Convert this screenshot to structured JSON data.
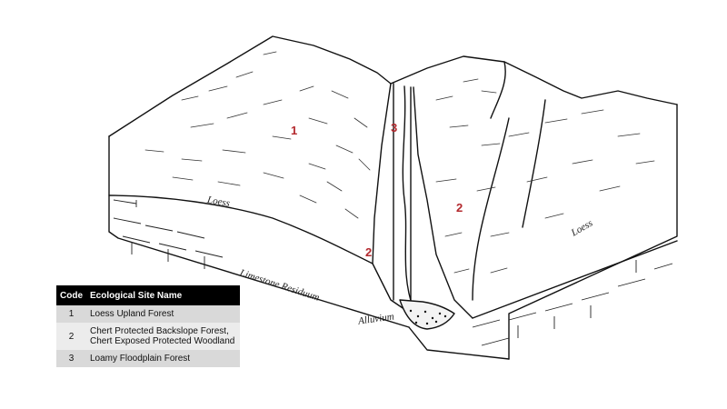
{
  "diagram": {
    "zone_labels": [
      "1",
      "2",
      "2",
      "3"
    ],
    "strata": {
      "loess_left": "Loess",
      "loess_right": "Loess",
      "residuum": "Limestone Residuum",
      "alluvium": "Alluvium"
    }
  },
  "table": {
    "headers": [
      "Code",
      "Ecological Site Name"
    ],
    "rows": [
      {
        "code": "1",
        "name": "Loess Upland Forest"
      },
      {
        "code": "2",
        "name": "Chert Protected Backslope Forest, Chert Exposed Protected Woodland"
      },
      {
        "code": "3",
        "name": "Loamy Floodplain Forest"
      }
    ]
  },
  "colors": {
    "zone_label": "#b3282d",
    "table_header_bg": "#000000",
    "table_row_dark": "#d9d9d9",
    "table_row_light": "#ececec"
  }
}
